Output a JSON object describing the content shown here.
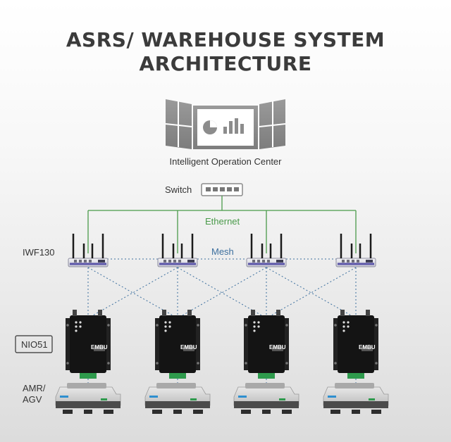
{
  "title": {
    "line1": "ASRS/ WAREHOUSE SYSTEM",
    "line2": "ARCHITECTURE"
  },
  "labels": {
    "operation_center": "Intelligent Operation Center",
    "switch": "Switch",
    "ethernet": "Ethernet",
    "mesh": "Mesh",
    "ap_model": "IWF130",
    "gateway_model": "NIO51",
    "vehicle": "AMR/\nAGV"
  },
  "device_text": {
    "gateway_brand": "EMBU"
  },
  "colors": {
    "ethernet": "#4a9a4a",
    "mesh": "#3c6f9e",
    "title": "#3b3b3b",
    "panel": "#8c8c8c"
  },
  "icons": {
    "operation_center": "video-wall-icon",
    "switch": "network-switch-icon",
    "access_point": "wireless-router-icon",
    "gateway": "iot-gateway-icon",
    "vehicle": "agv-robot-icon"
  }
}
